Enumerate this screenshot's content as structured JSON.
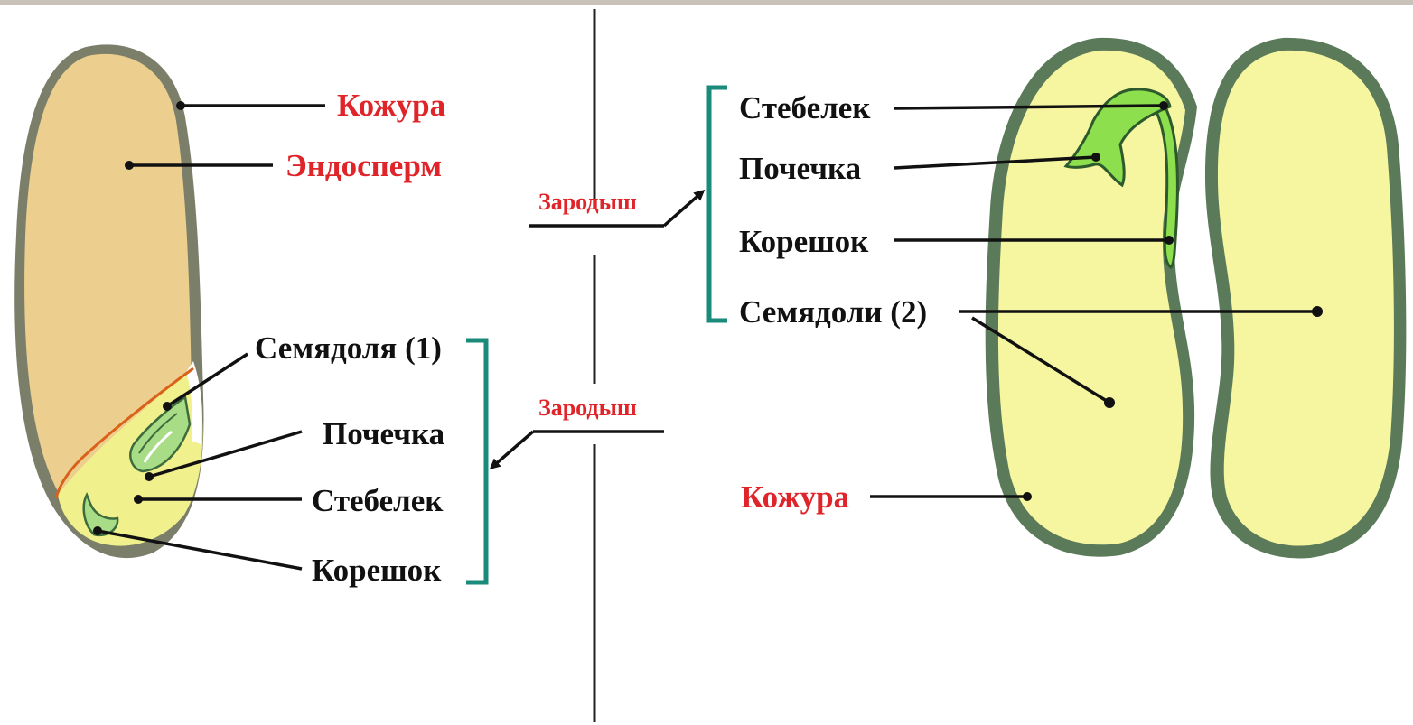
{
  "colors": {
    "label_red": "#e0252a",
    "label_black": "#111111",
    "bracket_teal": "#1a8a7a",
    "endosperm": "#eccf8e",
    "embryo_yellow": "#f0f08c",
    "sprout_green": "#8ddf4e",
    "seed_coat": "#5a6a5a",
    "cotyledon_bean": "#f6f5a0"
  },
  "left_seed": {
    "coat": "Кожура",
    "endosperm": "Эндосперм",
    "cotyledon": "Семядоля (1)",
    "bud": "Почечка",
    "stem": "Стебелек",
    "root": "Корешок",
    "embryo": "Зародыш"
  },
  "right_seed": {
    "stem": "Стебелек",
    "bud": "Почечка",
    "root": "Корешок",
    "cotyledons": "Семядоли (2)",
    "embryo": "Зародыш",
    "coat": "Кожура"
  }
}
